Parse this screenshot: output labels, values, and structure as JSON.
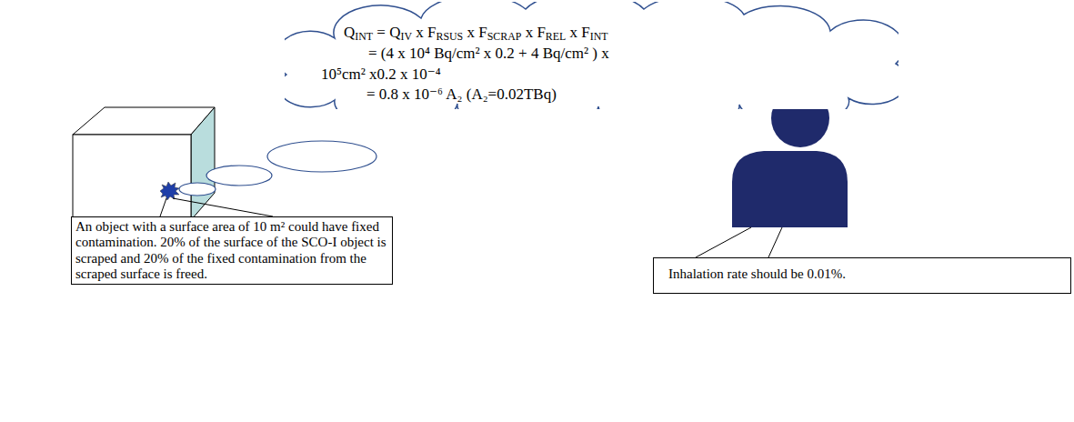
{
  "diagram": {
    "nodes": [
      {
        "text": [
          "QINT = QIV x FRSUS x FSCRAP x FREL x FINT",
          "= (4 x 10⁴ Bq/cm² x 0.2 + 4 Bq/cm² ) x",
          "10⁵cm² x0.2 x 10⁻⁴",
          "= 0.8 x 10⁻⁶ A₂ (A₂=0.02TBq)"
        ]
      },
      {
        "text": [
          "An object with a surface area of 10 m² could have fixed contamination. 20% of the surface of the SCO-I object is scraped and 20% of the fixed contamination from the scraped surface is freed."
        ]
      },
      {
        "text": [
          "Inhalation rate should be 0.01%."
        ]
      }
    ]
  }
}
